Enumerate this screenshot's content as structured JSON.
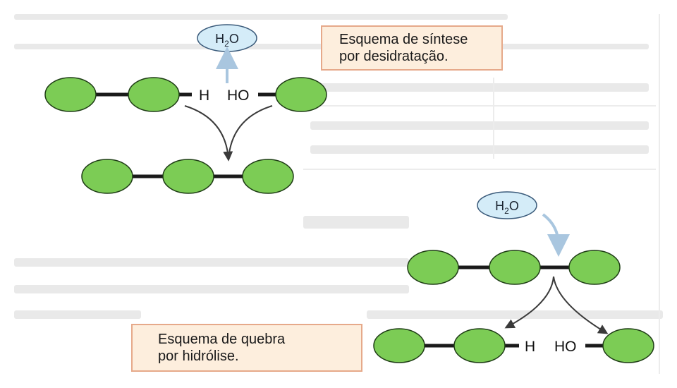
{
  "synthesis": {
    "caption_line1": "Esquema de síntese",
    "caption_line2": "por desidratação.",
    "water": {
      "main": "H",
      "sub": "2",
      "tail": "O"
    },
    "left_end": "H",
    "right_end": "HO"
  },
  "hydrolysis": {
    "caption_line1": "Esquema de quebra",
    "caption_line2": "por hidrólise.",
    "water": {
      "main": "H",
      "sub": "2",
      "tail": "O"
    },
    "left_end": "H",
    "right_end": "HO"
  },
  "colors": {
    "monomer_fill": "#7ccc55",
    "monomer_stroke": "#1f3d16",
    "bond": "#1a1a1a",
    "water_fill": "#d4ecf8",
    "water_stroke": "#3a5a7a",
    "arrow": "#3a3a3a",
    "water_arrow": "#a9c6df",
    "caption_fill": "#fdeedd",
    "caption_border": "#e6a98a"
  }
}
